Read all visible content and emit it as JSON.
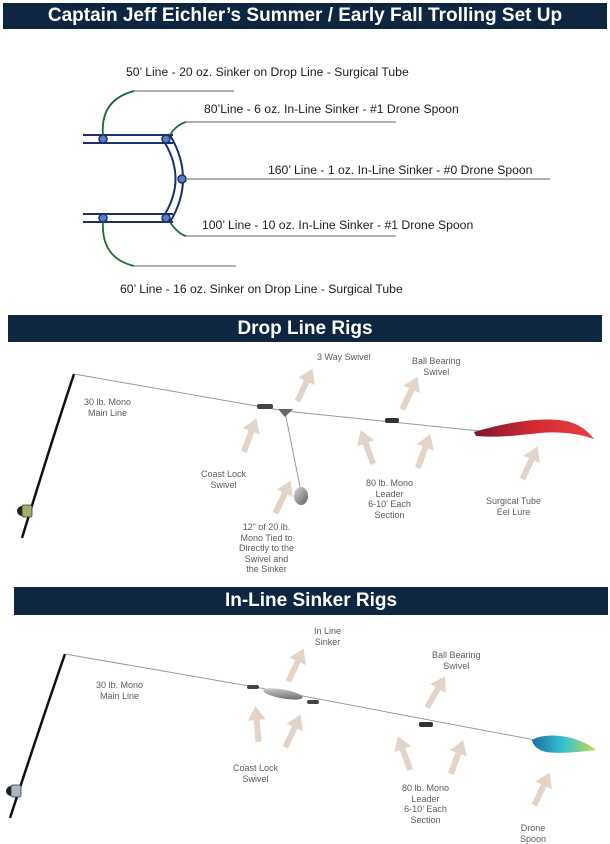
{
  "title": "Captain Jeff Eichler’s Summer / Early Fall Trolling Set Up",
  "spread": {
    "lines": [
      "50’ Line - 20 oz. Sinker on Drop Line  - Surgical Tube",
      "80’Line - 6 oz. In-Line Sinker - #1 Drone Spoon",
      "160’ Line - 1 oz. In-Line Sinker - #0 Drone Spoon",
      "100’ Line - 10 oz. In-Line Sinker - #1 Drone Spoon",
      "60’ Line - 16 oz. Sinker on Drop Line - Surgical Tube"
    ]
  },
  "drop_line": {
    "heading": "Drop Line Rigs",
    "main_line": [
      "30 lb. Mono",
      "Main Line"
    ],
    "three_way": [
      "3 Way Swivel"
    ],
    "ball_bearing": [
      "Ball Bearing",
      "Swivel"
    ],
    "coast_lock": [
      "Coast Lock",
      "Swivel"
    ],
    "leader": [
      "80 lb. Mono",
      "Leader",
      "6-10’ Each",
      "Section"
    ],
    "lure": [
      "Surgical Tube",
      "Eel Lure"
    ],
    "drop": [
      "12” of 20 lb.",
      "Mono Tied to",
      "Directly to the",
      "Swivel and",
      "the Sinker"
    ]
  },
  "inline": {
    "heading": "In-Line Sinker Rigs",
    "main_line": [
      "30 lb. Mono",
      "Main Line"
    ],
    "sinker": [
      "In Line",
      "Sinker"
    ],
    "ball_bearing": [
      "Ball Bearing",
      "Swivel"
    ],
    "coast_lock": [
      "Coast Lock",
      "Swivel"
    ],
    "leader": [
      "80 lb. Mono",
      "Leader",
      "6-10’ Each",
      "Section"
    ],
    "lure": [
      "Drone",
      "Spoon"
    ]
  },
  "colors": {
    "banner": "#0f2640",
    "boat_outline": "#1c2f6b",
    "drop_line_green": "#1f6b3a",
    "arrow": "#e3d4ca",
    "eel": "#c8262e",
    "spoon": "#2fb6c8"
  }
}
